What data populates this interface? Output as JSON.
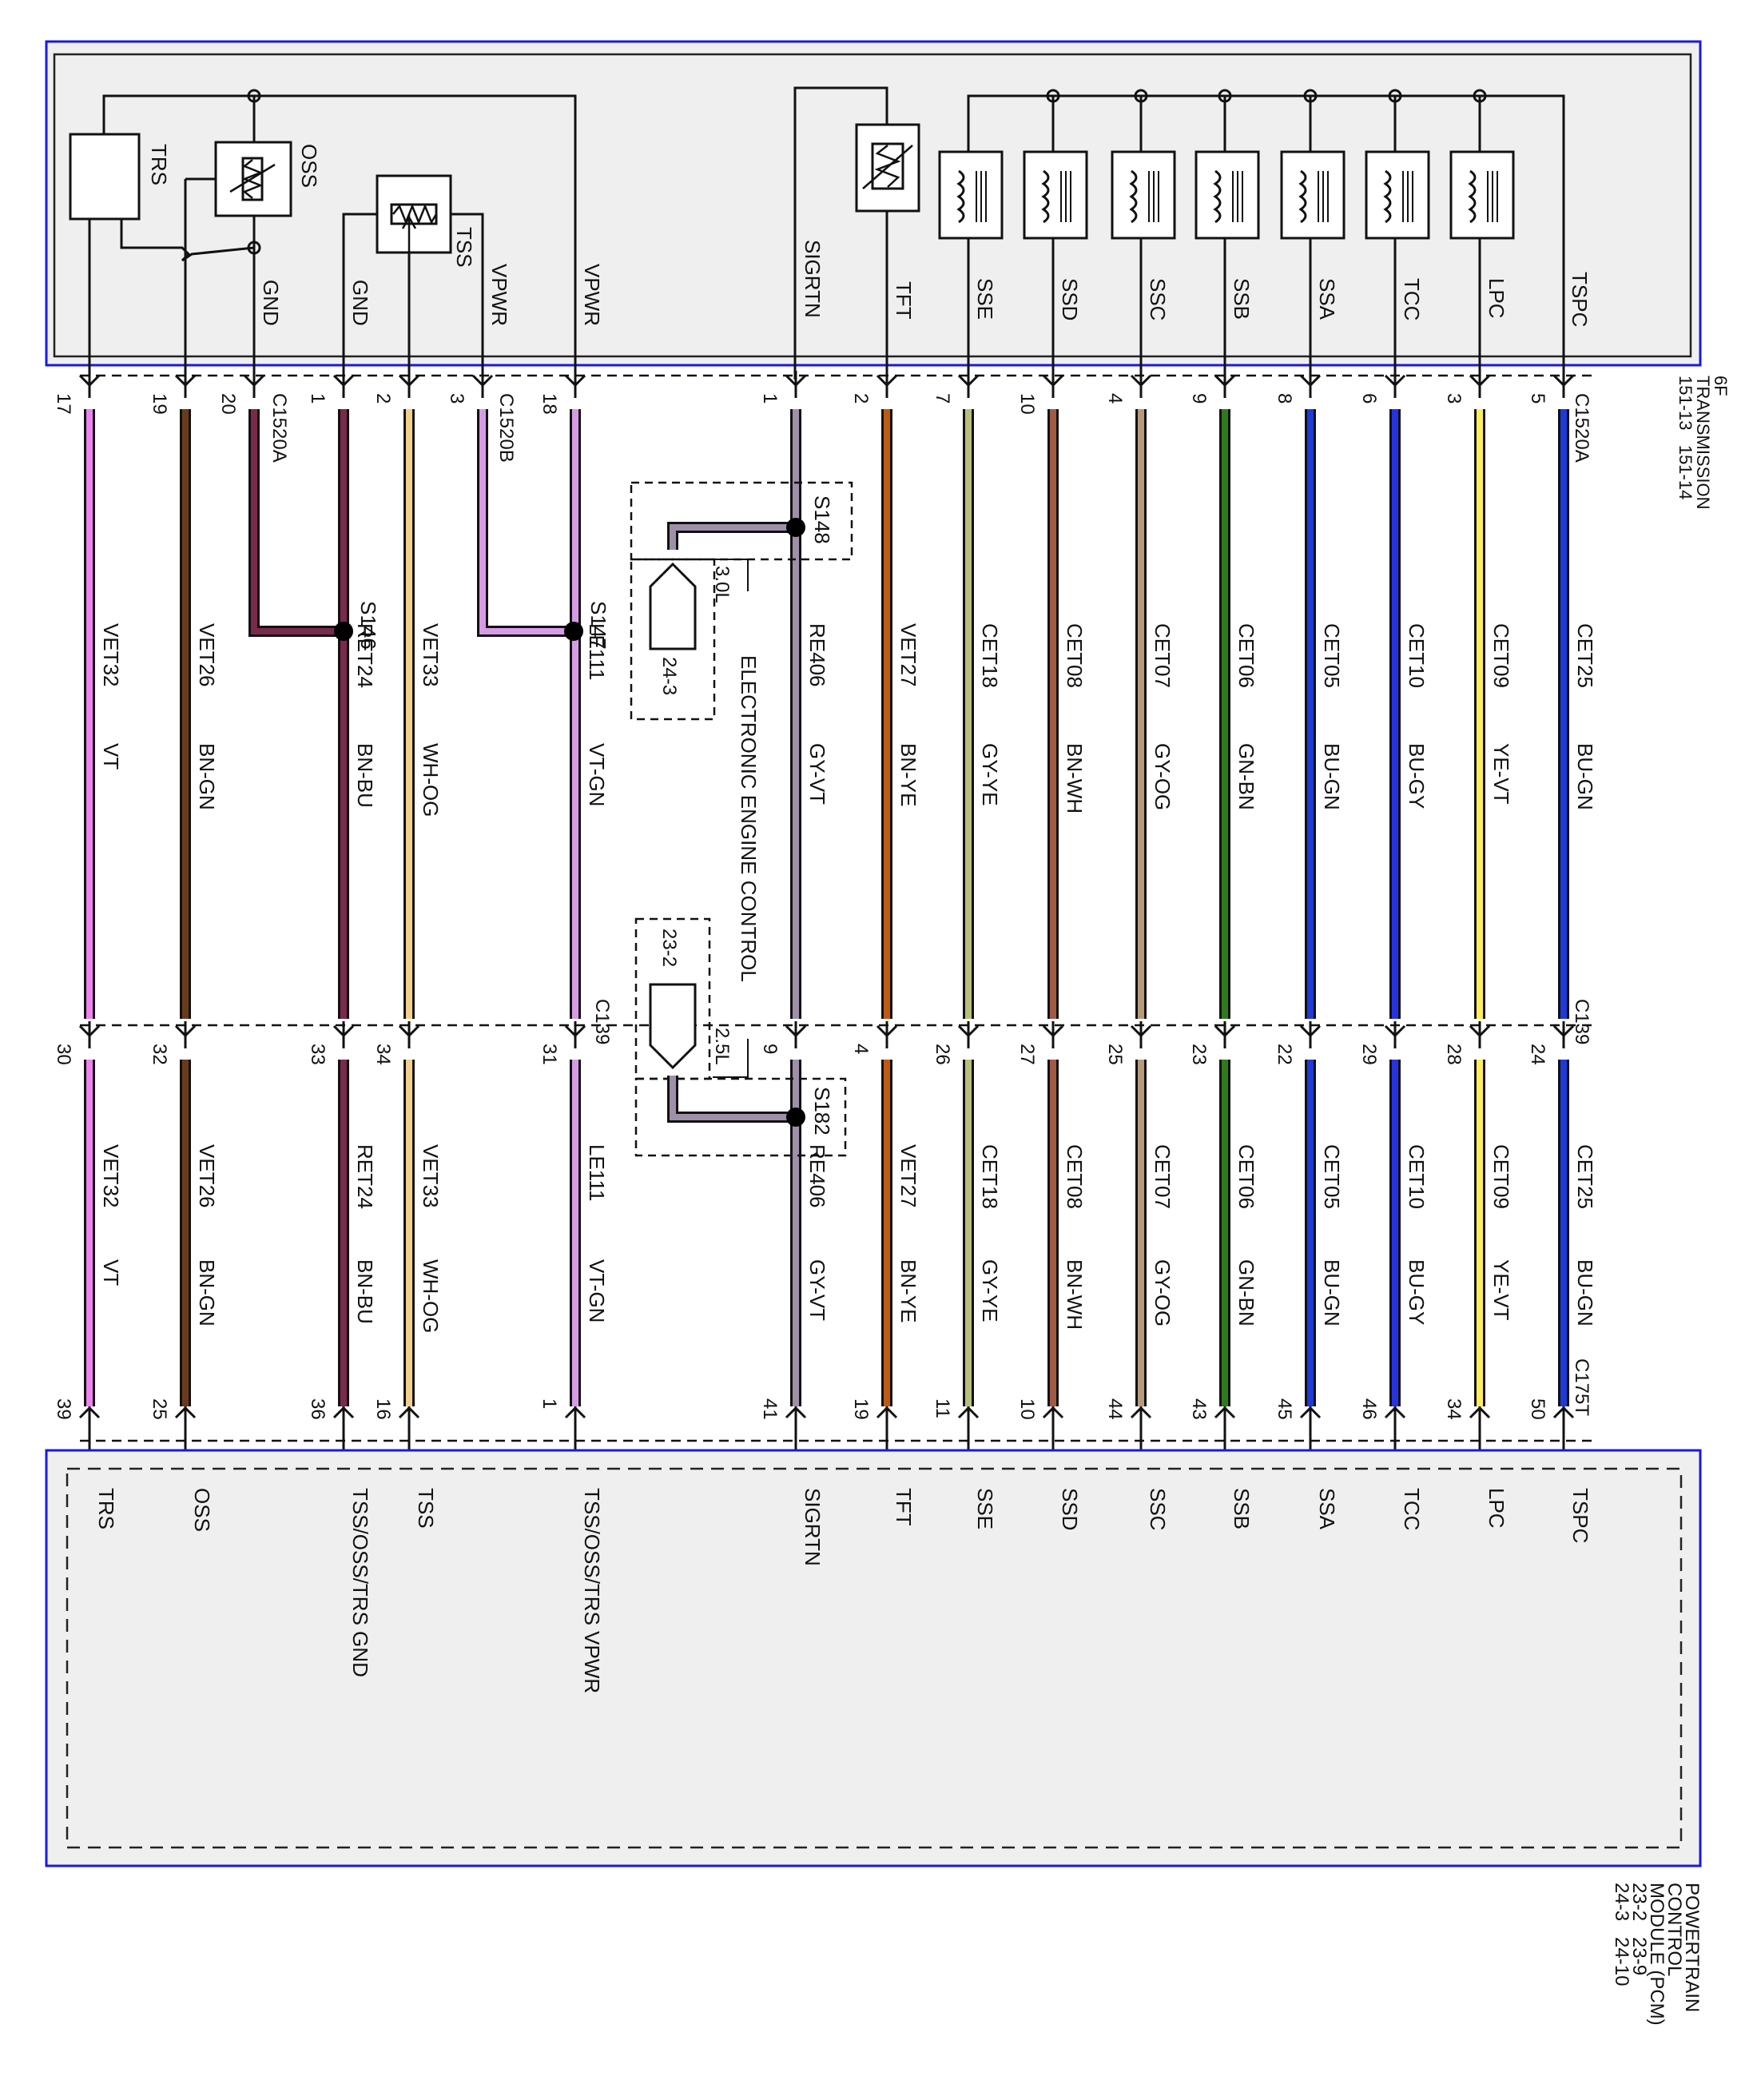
{
  "colors": {
    "module_border": "#1a1adc",
    "module_fill": "#efefef",
    "line": "#111111",
    "wire_palette": {
      "VT": "#ee82ee",
      "BN-GN": "#6b3a1e",
      "BN-BU": "#7a2a4a",
      "WH-OG": "#f2cf8c",
      "VT-GN": "#d79be6",
      "GY-VT": "#9e90a8",
      "BN-YE": "#c05a10",
      "GY-YE": "#b8bf7a",
      "BN-WH": "#a35a45",
      "GY-OG": "#b69a7a",
      "GN-BN": "#2f7a1f",
      "BU-GN": "#1e3ad8",
      "BU-GY": "#2833e0",
      "YE-VT": "#ffee58",
      "BU-GN2": "#0f2ac8"
    }
  },
  "transmission": {
    "labels": [
      "6F",
      "TRANSMISSION",
      "151-13   151-14"
    ],
    "components": [
      {
        "id": "trs",
        "label": "TRS"
      },
      {
        "id": "oss",
        "label": "OSS"
      },
      {
        "id": "tss",
        "label": "TSS"
      },
      {
        "id": "sse",
        "label": "SSE"
      },
      {
        "id": "ssd",
        "label": "SSD"
      },
      {
        "id": "ssc",
        "label": "SSC"
      },
      {
        "id": "ssb",
        "label": "SSB"
      },
      {
        "id": "ssa",
        "label": "SSA"
      },
      {
        "id": "tcc",
        "label": "TCC"
      },
      {
        "id": "lpc",
        "label": "LPC"
      }
    ],
    "signal_labels": [
      "GND",
      "GND",
      "VPWR",
      "VPWR",
      "SIGRTN",
      "TFT",
      "SSE",
      "SSD",
      "SSC",
      "SSB",
      "SSA",
      "TCC",
      "LPC",
      "TSPC"
    ]
  },
  "connectors": {
    "c1520a_top": "C1520A",
    "c1520a_left": "C1520A",
    "c1520b": "C1520B",
    "c139_left": "C139",
    "c139_right": "C139",
    "c175t": "C175T"
  },
  "wires": [
    {
      "circuit": "VET32",
      "color": "VT",
      "pin_top": "17",
      "pin_mid": "30",
      "pin_bot": "39",
      "pcm": "TRS"
    },
    {
      "circuit": "VET26",
      "color": "BN-GN",
      "pin_top": "19",
      "pin_mid": "32",
      "pin_bot": "25",
      "pcm": "OSS"
    },
    {
      "circuit": "",
      "color": "",
      "pin_top": "20",
      "pin_mid": "",
      "pin_bot": "",
      "pcm": ""
    },
    {
      "circuit": "RET24",
      "color": "BN-BU",
      "pin_top": "1",
      "pin_mid": "33",
      "pin_bot": "36",
      "pcm": "TSS/OSS/TRS GND"
    },
    {
      "circuit": "VET33",
      "color": "WH-OG",
      "pin_top": "2",
      "pin_mid": "34",
      "pin_bot": "16",
      "pcm": "TSS"
    },
    {
      "circuit": "",
      "color": "",
      "pin_top": "3",
      "pin_mid": "",
      "pin_bot": "",
      "pcm": ""
    },
    {
      "circuit": "LE111",
      "color": "VT-GN",
      "pin_top": "18",
      "pin_mid": "31",
      "pin_bot": "1",
      "pcm": "TSS/OSS/TRS VPWR"
    },
    {
      "circuit": "RE406",
      "color": "GY-VT",
      "pin_top": "1",
      "pin_mid": "9",
      "pin_bot": "41",
      "pcm": "SIGRTN"
    },
    {
      "circuit": "VET27",
      "color": "BN-YE",
      "pin_top": "2",
      "pin_mid": "4",
      "pin_bot": "19",
      "pcm": "TFT"
    },
    {
      "circuit": "CET18",
      "color": "GY-YE",
      "pin_top": "7",
      "pin_mid": "26",
      "pin_bot": "11",
      "pcm": "SSE"
    },
    {
      "circuit": "CET08",
      "color": "BN-WH",
      "pin_top": "10",
      "pin_mid": "27",
      "pin_bot": "10",
      "pcm": "SSD"
    },
    {
      "circuit": "CET07",
      "color": "GY-OG",
      "pin_top": "4",
      "pin_mid": "25",
      "pin_bot": "44",
      "pcm": "SSC"
    },
    {
      "circuit": "CET06",
      "color": "GN-BN",
      "pin_top": "9",
      "pin_mid": "23",
      "pin_bot": "43",
      "pcm": "SSB"
    },
    {
      "circuit": "CET05",
      "color": "BU-GN",
      "pin_top": "8",
      "pin_mid": "22",
      "pin_bot": "45",
      "pcm": "SSA"
    },
    {
      "circuit": "CET10",
      "color": "BU-GY",
      "pin_top": "6",
      "pin_mid": "29",
      "pin_bot": "46",
      "pcm": "TCC"
    },
    {
      "circuit": "CET09",
      "color": "YE-VT",
      "pin_top": "3",
      "pin_mid": "28",
      "pin_bot": "34",
      "pcm": "LPC"
    },
    {
      "circuit": "CET25",
      "color": "BU-GN",
      "pin_top": "5",
      "pin_mid": "24",
      "pin_bot": "50",
      "pcm": "TSPC"
    }
  ],
  "splices": {
    "s146": "S146",
    "s147": "S147",
    "s148": "S148",
    "s182": "S182"
  },
  "engine_variants": {
    "title": "ELECTRONIC ENGINE CONTROL",
    "v30": "3.0L",
    "v25": "2.5L",
    "ref_30": "24-3",
    "ref_25": "23-2"
  },
  "pcm": {
    "labels": [
      "POWERTRAIN",
      "CONTROL",
      "MODULE (PCM)",
      "23-2   23-9",
      "24-3   24-10"
    ]
  }
}
